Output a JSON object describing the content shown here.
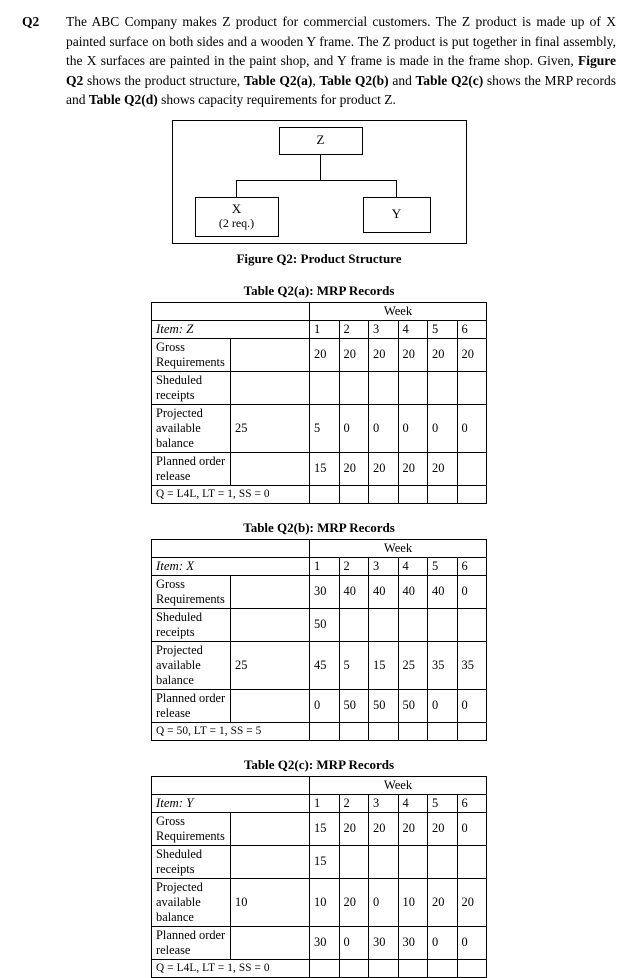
{
  "question": {
    "number": "Q2",
    "body_html": "The ABC Company makes Z product for commercial customers. The Z product is made up of X painted surface on both sides and a wooden Y frame. The Z product is put together in final assembly, the X surfaces are painted in the paint shop, and Y frame is made in the frame shop. Given, <b>Figure Q2</b> shows the product structure, <b>Table Q2(a)</b>, <b>Table Q2(b)</b> and <b>Table Q2(c)</b> shows the MRP records and <b>Table Q2(d)</b> shows capacity requirements for product Z."
  },
  "figure": {
    "caption": "Figure Q2: Product Structure",
    "nodes": {
      "parent": "Z",
      "child_left": "X",
      "child_left_qty": "(2 req.)",
      "child_right": "Y"
    }
  },
  "tables": [
    {
      "title": "Table Q2(a): MRP Records",
      "week_header": "Week",
      "weeks": [
        "1",
        "2",
        "3",
        "4",
        "5",
        "6"
      ],
      "item_label": "Item: Z",
      "rows": [
        {
          "label": "Gross Requirements",
          "onhand": "",
          "values": [
            "20",
            "20",
            "20",
            "20",
            "20",
            "20"
          ]
        },
        {
          "label": "Sheduled receipts",
          "onhand": "",
          "values": [
            "",
            "",
            "",
            "",
            "",
            ""
          ]
        },
        {
          "label": "Projected available balance",
          "onhand": "25",
          "values": [
            "5",
            "0",
            "0",
            "0",
            "0",
            "0"
          ]
        },
        {
          "label": "Planned order release",
          "onhand": "",
          "values": [
            "15",
            "20",
            "20",
            "20",
            "20",
            ""
          ]
        }
      ],
      "params": "Q = L4L, LT = 1, SS = 0"
    },
    {
      "title": "Table Q2(b): MRP Records",
      "week_header": "Week",
      "weeks": [
        "1",
        "2",
        "3",
        "4",
        "5",
        "6"
      ],
      "item_label": "Item: X",
      "rows": [
        {
          "label": "Gross Requirements",
          "onhand": "",
          "values": [
            "30",
            "40",
            "40",
            "40",
            "40",
            "0"
          ]
        },
        {
          "label": "Sheduled receipts",
          "onhand": "",
          "values": [
            "50",
            "",
            "",
            "",
            "",
            ""
          ]
        },
        {
          "label": "Projected available balance",
          "onhand": "25",
          "values": [
            "45",
            "5",
            "15",
            "25",
            "35",
            "35"
          ]
        },
        {
          "label": "Planned order release",
          "onhand": "",
          "values": [
            "0",
            "50",
            "50",
            "50",
            "0",
            "0"
          ]
        }
      ],
      "params": "Q = 50, LT = 1, SS = 5"
    },
    {
      "title": "Table Q2(c): MRP Records",
      "week_header": "Week",
      "weeks": [
        "1",
        "2",
        "3",
        "4",
        "5",
        "6"
      ],
      "item_label": "Item: Y",
      "rows": [
        {
          "label": "Gross Requirements",
          "onhand": "",
          "values": [
            "15",
            "20",
            "20",
            "20",
            "20",
            "0"
          ]
        },
        {
          "label": "Sheduled receipts",
          "onhand": "",
          "values": [
            "15",
            "",
            "",
            "",
            "",
            ""
          ]
        },
        {
          "label": "Projected available balance",
          "onhand": "10",
          "values": [
            "10",
            "20",
            "0",
            "10",
            "20",
            "20"
          ]
        },
        {
          "label": "Planned order release",
          "onhand": "",
          "values": [
            "30",
            "0",
            "30",
            "30",
            "0",
            "0"
          ]
        }
      ],
      "params": "Q = L4L, LT = 1, SS = 0"
    }
  ]
}
